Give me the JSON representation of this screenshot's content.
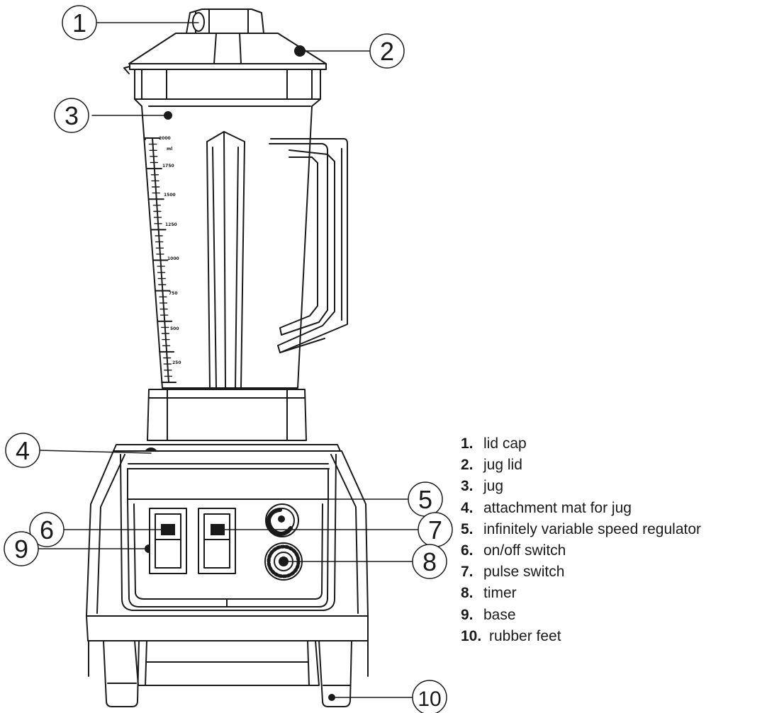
{
  "callouts": [
    "1",
    "2",
    "3",
    "4",
    "5",
    "6",
    "7",
    "8",
    "9",
    "10"
  ],
  "jug_scale": [
    "2000",
    "ml",
    "1750",
    "1500",
    "1250",
    "1000",
    "750",
    "500",
    "250"
  ],
  "legend": [
    {
      "num": "1.",
      "label": "lid cap"
    },
    {
      "num": "2.",
      "label": "jug lid"
    },
    {
      "num": "3.",
      "label": "jug"
    },
    {
      "num": "4.",
      "label": "attachment mat for jug"
    },
    {
      "num": "5.",
      "label": "infinitely variable speed regulator"
    },
    {
      "num": "6.",
      "label": "on/off switch"
    },
    {
      "num": "7.",
      "label": "pulse switch"
    },
    {
      "num": "8.",
      "label": "timer"
    },
    {
      "num": "9.",
      "label": "base"
    },
    {
      "num": "10.",
      "label": "rubber feet"
    }
  ]
}
